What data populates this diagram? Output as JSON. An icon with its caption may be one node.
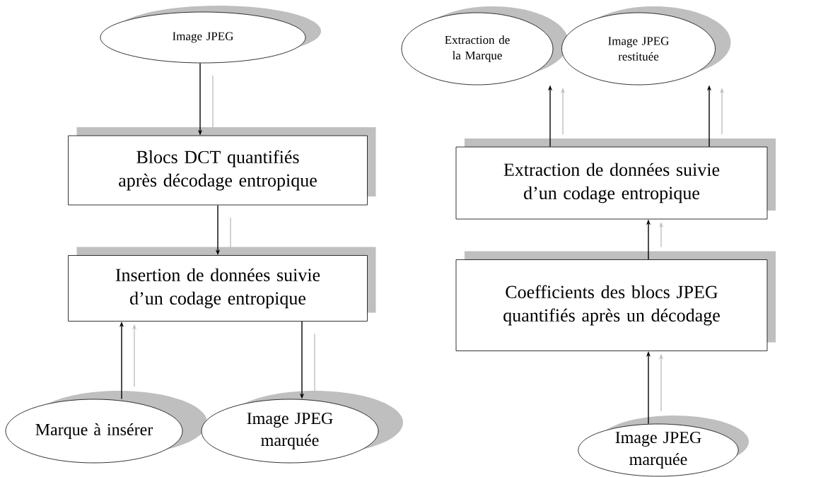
{
  "diagram": {
    "nodes": [
      {
        "text": [
          "Image JPEG"
        ]
      },
      {
        "text": [
          "Blocs DCT quantifiés après décodage entropique"
        ]
      },
      {
        "text": [
          "Insertion de données suivie d’un codage entropique"
        ]
      },
      {
        "text": [
          "Marque à insérer"
        ]
      },
      {
        "text": [
          "Image JPEG marquée"
        ]
      },
      {
        "text": [
          "Extraction de la Marque"
        ]
      },
      {
        "text": [
          "Image JPEG restituée"
        ]
      },
      {
        "text": [
          "Extraction de données suivie d’un codage entropique"
        ]
      },
      {
        "text": [
          "Coefficients des blocs JPEG quantifiés après un décodage"
        ]
      },
      {
        "text": [
          "Image JPEG marquée"
        ]
      }
    ],
    "edges": [
      {
        "from": 0,
        "to": 1,
        "arrow": "to"
      },
      {
        "from": 1,
        "to": 2,
        "arrow": "to"
      },
      {
        "from": 3,
        "to": 2,
        "arrow": "to"
      },
      {
        "from": 2,
        "to": 4,
        "arrow": "to"
      },
      {
        "from": 9,
        "to": 8,
        "arrow": "to"
      },
      {
        "from": 8,
        "to": 7,
        "arrow": "to"
      },
      {
        "from": 7,
        "to": 5,
        "arrow": "to"
      },
      {
        "from": 7,
        "to": 6,
        "arrow": "to"
      }
    ]
  }
}
